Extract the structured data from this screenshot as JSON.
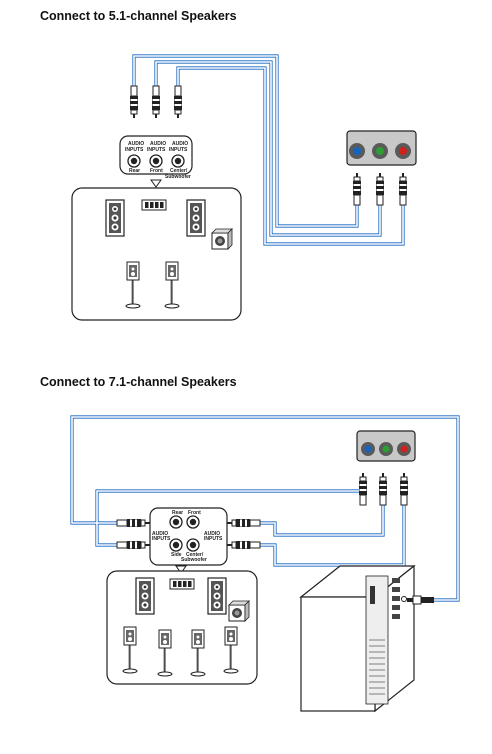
{
  "section1": {
    "title": "Connect to 5.1-channel Speakers",
    "input_label_line1": "AUDIO",
    "input_label_line2": "INPUTS",
    "jack_labels": [
      "Rear",
      "Front",
      "Center/",
      "Subwoofer"
    ],
    "port_colors": [
      "#1565c0",
      "#2e9d34",
      "#d0211c"
    ]
  },
  "section2": {
    "title": "Connect to 7.1-channel Speakers",
    "input_label_line1": "AUDIO",
    "input_label_line2": "INPUTS",
    "jack_labels": [
      "Rear",
      "Front",
      "Side",
      "Center/",
      "Subwoofer"
    ],
    "port_colors": [
      "#1565c0",
      "#2e9d34",
      "#d0211c"
    ]
  }
}
